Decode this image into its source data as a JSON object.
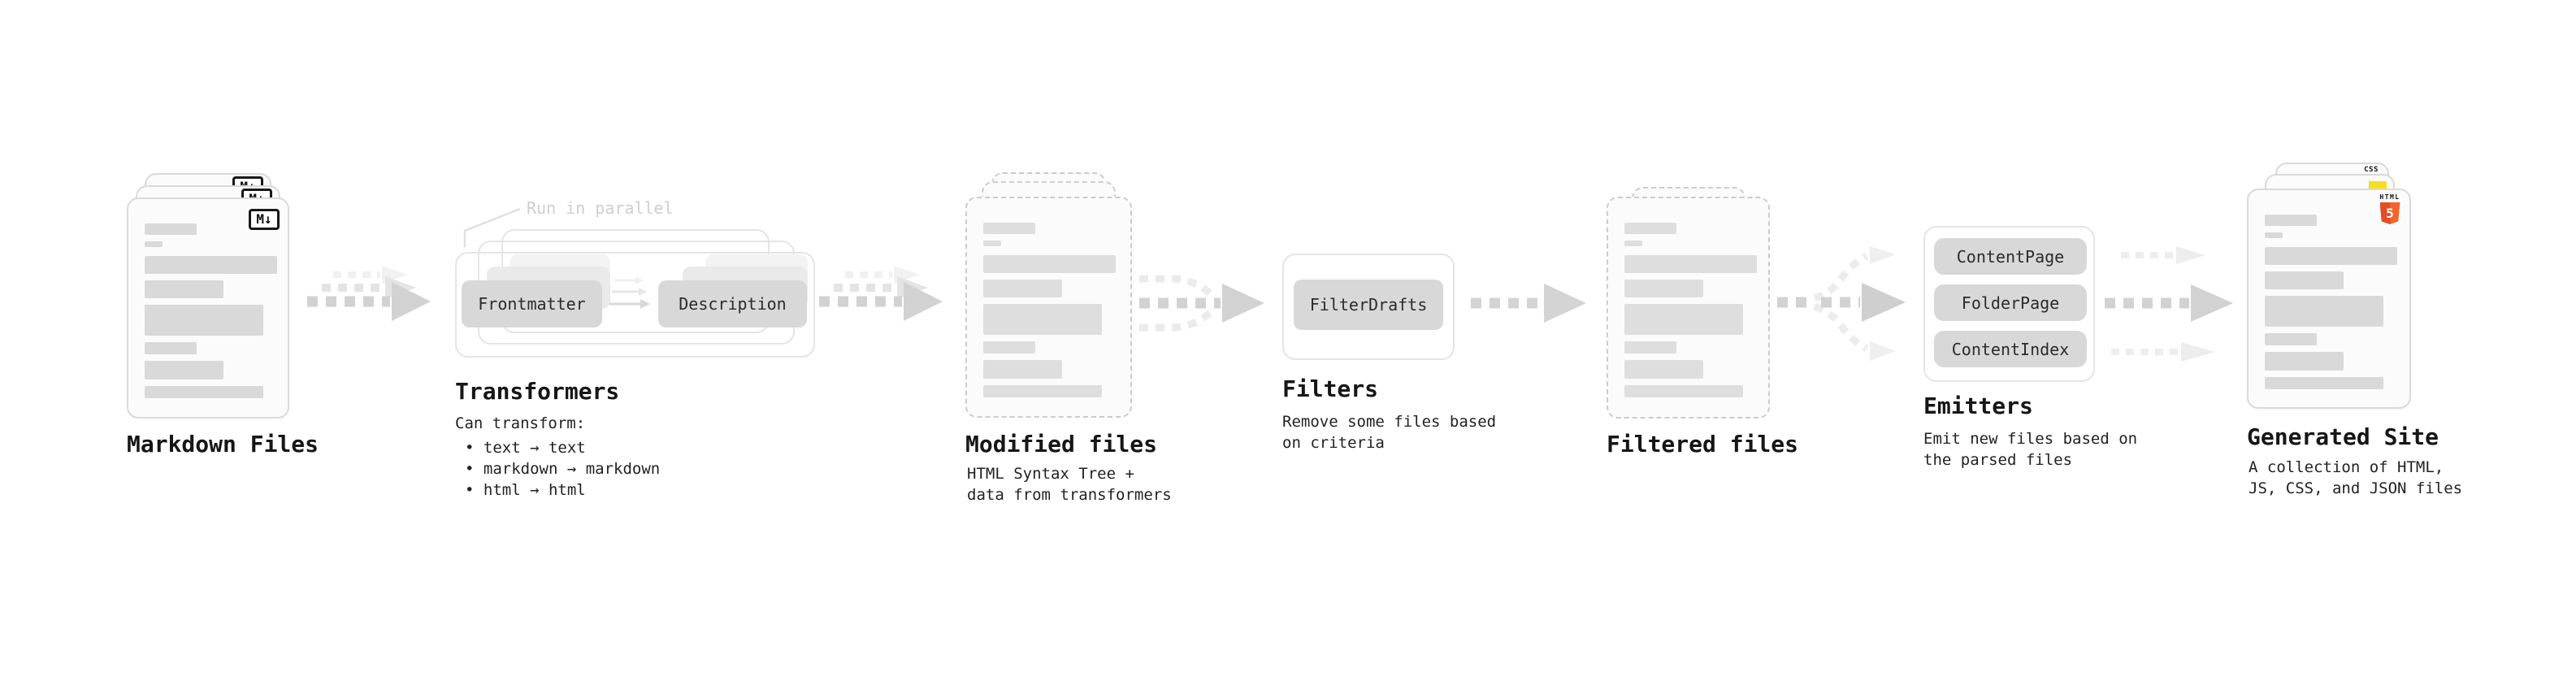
{
  "diagram": {
    "markdown_files": {
      "title": "Markdown Files",
      "badge": "M↓"
    },
    "transformers": {
      "title": "Transformers",
      "note": "Run in parallel",
      "nodes": [
        "Frontmatter",
        "Description"
      ],
      "caption_heading": "Can transform:",
      "caption_bullets": [
        "• text → text",
        "• markdown → markdown",
        "• html → html"
      ]
    },
    "modified_files": {
      "title": "Modified files",
      "caption": "HTML Syntax Tree +\ndata from transformers"
    },
    "filters": {
      "title": "Filters",
      "nodes": [
        "FilterDrafts"
      ],
      "caption": "Remove some files based\non criteria"
    },
    "filtered_files": {
      "title": "Filtered files"
    },
    "emitters": {
      "title": "Emitters",
      "nodes": [
        "ContentPage",
        "FolderPage",
        "ContentIndex"
      ],
      "caption": "Emit new files based on\nthe parsed files"
    },
    "generated_site": {
      "title": "Generated Site",
      "caption": "A collection of HTML,\nJS, CSS, and JSON files",
      "badges": {
        "css": "CSS",
        "html_word": "HTML",
        "html_number": "5"
      }
    },
    "colors": {
      "html5_orange": "#e44d26",
      "js_yellow": "#f7df1e",
      "css_blue": "#2965f1",
      "arrow_gray": "#d2d2d2"
    }
  }
}
